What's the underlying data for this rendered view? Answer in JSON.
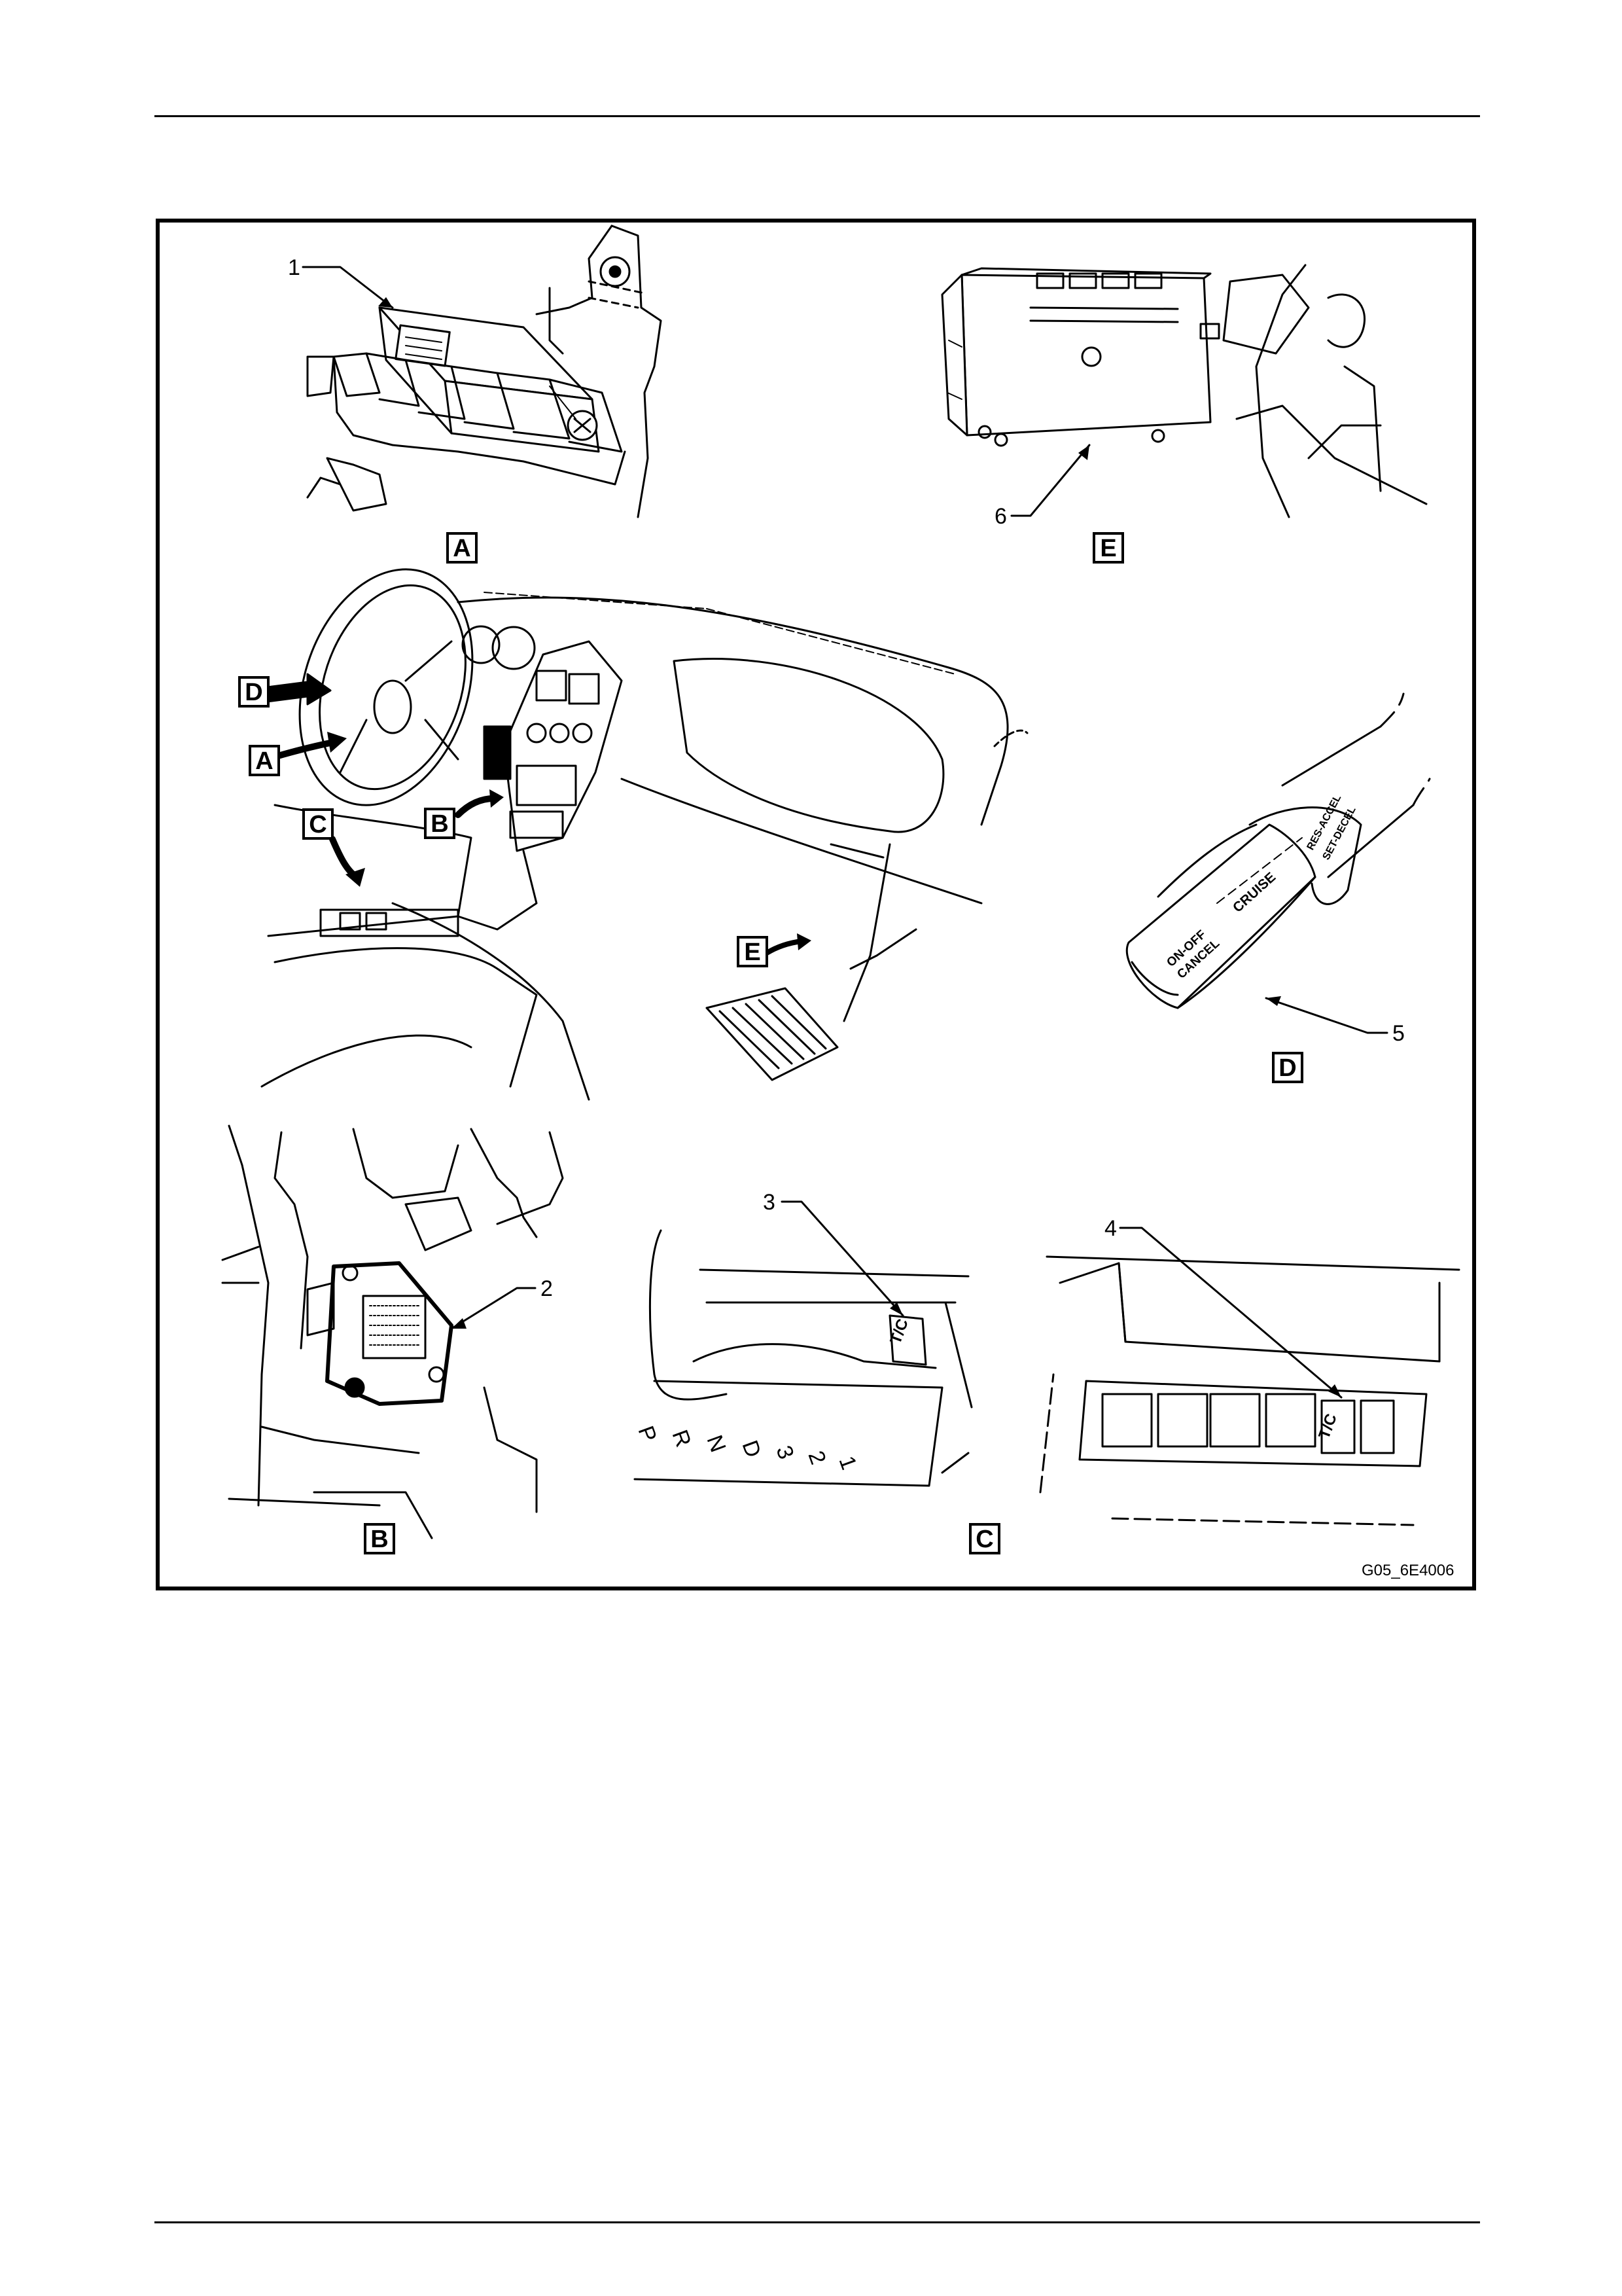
{
  "figure": {
    "id_code": "G05_6E4006",
    "callouts": [
      "1",
      "2",
      "3",
      "4",
      "5",
      "6"
    ],
    "view_labels": [
      "A",
      "B",
      "C",
      "D",
      "E"
    ],
    "dash_arrow_labels": [
      "D",
      "A",
      "C",
      "B",
      "E"
    ],
    "switch_texts": {
      "cruise": "CRUISE",
      "on_off": "ON-OFF",
      "cancel": "CANCEL",
      "res_accel": "RES-ACCEL",
      "set_decel": "SET-DECEL",
      "tc_button": "T/C",
      "gear_positions": [
        "P",
        "R",
        "N",
        "D",
        "3",
        "2",
        "1"
      ]
    }
  }
}
